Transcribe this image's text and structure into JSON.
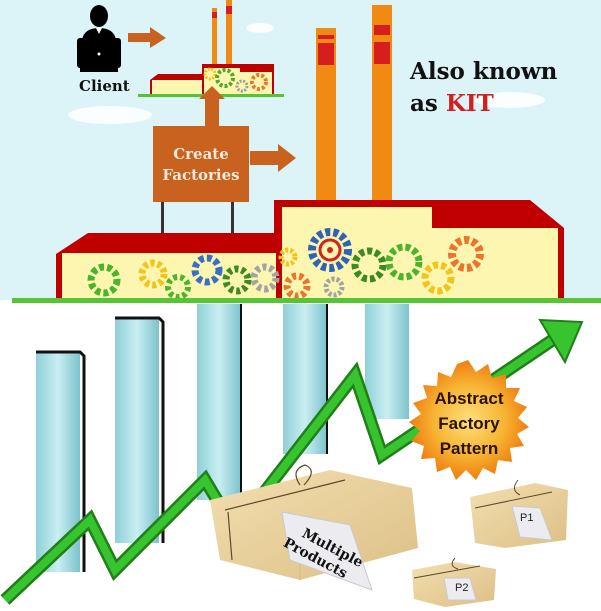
{
  "client": {
    "label": "Client",
    "icon": "person-laptop-icon"
  },
  "create_factories": {
    "line1": "Create",
    "line2": "Factories"
  },
  "aka": {
    "line1": "Also known",
    "prefix": "as ",
    "highlight": "KIT"
  },
  "badge": {
    "line1": "Abstract",
    "line2": "Factory",
    "line3": "Pattern"
  },
  "packages": {
    "main_tag_line1": "Multiple",
    "main_tag_line2": "Products",
    "p1": "P1",
    "p2": "P2"
  },
  "colors": {
    "sky": "#dcf3f8",
    "arrow_brown": "#c8621e",
    "chimney_orange": "#f08a12",
    "roof_red": "#c00000",
    "wall_yellow": "#fdf6b0",
    "ground_green": "#55c535",
    "trend_green": "#2fb52a",
    "kit_red": "#d02020",
    "badge_orange": "#f39a1e",
    "box_tan": "#ecd5a2"
  }
}
